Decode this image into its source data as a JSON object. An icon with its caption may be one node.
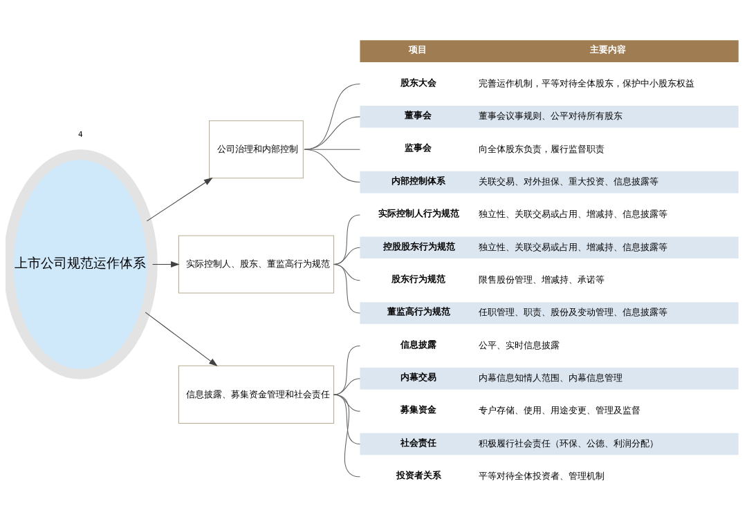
{
  "diagram": {
    "nodes": [
      {
        "text": [
          "上市公司规范运作体系"
        ]
      },
      {
        "text": [
          "公司治理和内部控制"
        ]
      },
      {
        "text": [
          "实际控制人、股东、董监高行为规范"
        ]
      },
      {
        "text": [
          "信息披露、募集资金管理和社会责任"
        ]
      },
      {
        "text": [
          "股东大会",
          "完善运作机制，平等对待全体股东，保护中小股东权益"
        ]
      },
      {
        "text": [
          "董事会",
          "董事会议事规则、公平对待所有股东"
        ]
      },
      {
        "text": [
          "监事会",
          "向全体股东负责，履行监督职责"
        ]
      },
      {
        "text": [
          "内部控制体系",
          "关联交易、对外担保、重大投资、信息披露等"
        ]
      },
      {
        "text": [
          "实际控制人行为规范",
          "独立性、关联交易或占用、增减持、信息披露等"
        ]
      },
      {
        "text": [
          "控股股东行为规范",
          "独立性、关联交易或占用、增减持、信息披露等"
        ]
      },
      {
        "text": [
          "股东行为规范",
          "限售股份管理、增减持、承诺等"
        ]
      },
      {
        "text": [
          "董监高行为规范",
          "任职管理、职责、股份及变动管理、信息披露等"
        ]
      },
      {
        "text": [
          "信息披露",
          "公平、实时信息披露"
        ]
      },
      {
        "text": [
          "内幕交易",
          "内幕信息知情人范围、内幕信息管理"
        ]
      },
      {
        "text": [
          "募集资金",
          "专户存储、使用、用途变更、管理及监督"
        ]
      },
      {
        "text": [
          "社会责任",
          "积极履行社会责任（环保、公德、利润分配）"
        ]
      },
      {
        "text": [
          "投资者关系",
          "平等对待全体投资者、管理机制"
        ]
      }
    ],
    "edges": [
      {
        "from": 0,
        "to": 1,
        "arrow": "to"
      },
      {
        "from": 0,
        "to": 2,
        "arrow": "to"
      },
      {
        "from": 0,
        "to": 3,
        "arrow": "to"
      },
      {
        "from": 1,
        "to": 4,
        "arrow": "none"
      },
      {
        "from": 1,
        "to": 5,
        "arrow": "none"
      },
      {
        "from": 1,
        "to": 6,
        "arrow": "none"
      },
      {
        "from": 1,
        "to": 7,
        "arrow": "none"
      },
      {
        "from": 2,
        "to": 8,
        "arrow": "none"
      },
      {
        "from": 2,
        "to": 9,
        "arrow": "none"
      },
      {
        "from": 2,
        "to": 10,
        "arrow": "none"
      },
      {
        "from": 2,
        "to": 11,
        "arrow": "none"
      },
      {
        "from": 3,
        "to": 12,
        "arrow": "none"
      },
      {
        "from": 3,
        "to": 13,
        "arrow": "none"
      },
      {
        "from": 3,
        "to": 14,
        "arrow": "none"
      },
      {
        "from": 3,
        "to": 15,
        "arrow": "none"
      },
      {
        "from": 3,
        "to": 16,
        "arrow": "none"
      }
    ],
    "labels": [
      "项目",
      "主要内容",
      "4"
    ]
  }
}
